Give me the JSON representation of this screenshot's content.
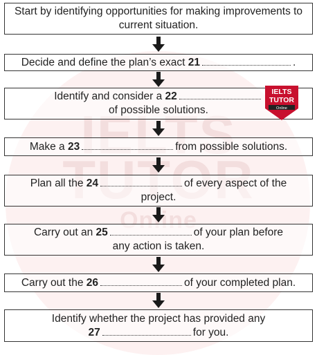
{
  "watermark": {
    "line1": "IELTS",
    "line2": "TUTOR",
    "line3": "Online"
  },
  "badge": {
    "title_line1": "IELTS",
    "title_line2": "TUTOR",
    "sub": "Online"
  },
  "steps": [
    {
      "l1": "Start by identifying opportunities for making improvements to",
      "l2": "current situation."
    },
    {
      "pre": "Decide and define the plan’s exact ",
      "num": "21",
      "post": "."
    },
    {
      "pre": "Identify and consider a ",
      "num": "22",
      "l2": "of possible solutions."
    },
    {
      "pre": "Make a ",
      "num": "23",
      "post": "from possible solutions."
    },
    {
      "pre": "Plan all the ",
      "num": "24",
      "post": "of every aspect of the",
      "l2": "project."
    },
    {
      "pre": "Carry out an ",
      "num": "25",
      "post": "of your plan before",
      "l2": "any action is taken."
    },
    {
      "pre": "Carry out the ",
      "num": "26",
      "post": "of your completed plan."
    },
    {
      "l1": "Identify whether the project has provided any",
      "num": "27",
      "post": "for you."
    }
  ],
  "colors": {
    "arrow": "#1a1a1a",
    "badge_red": "#c8102e"
  }
}
